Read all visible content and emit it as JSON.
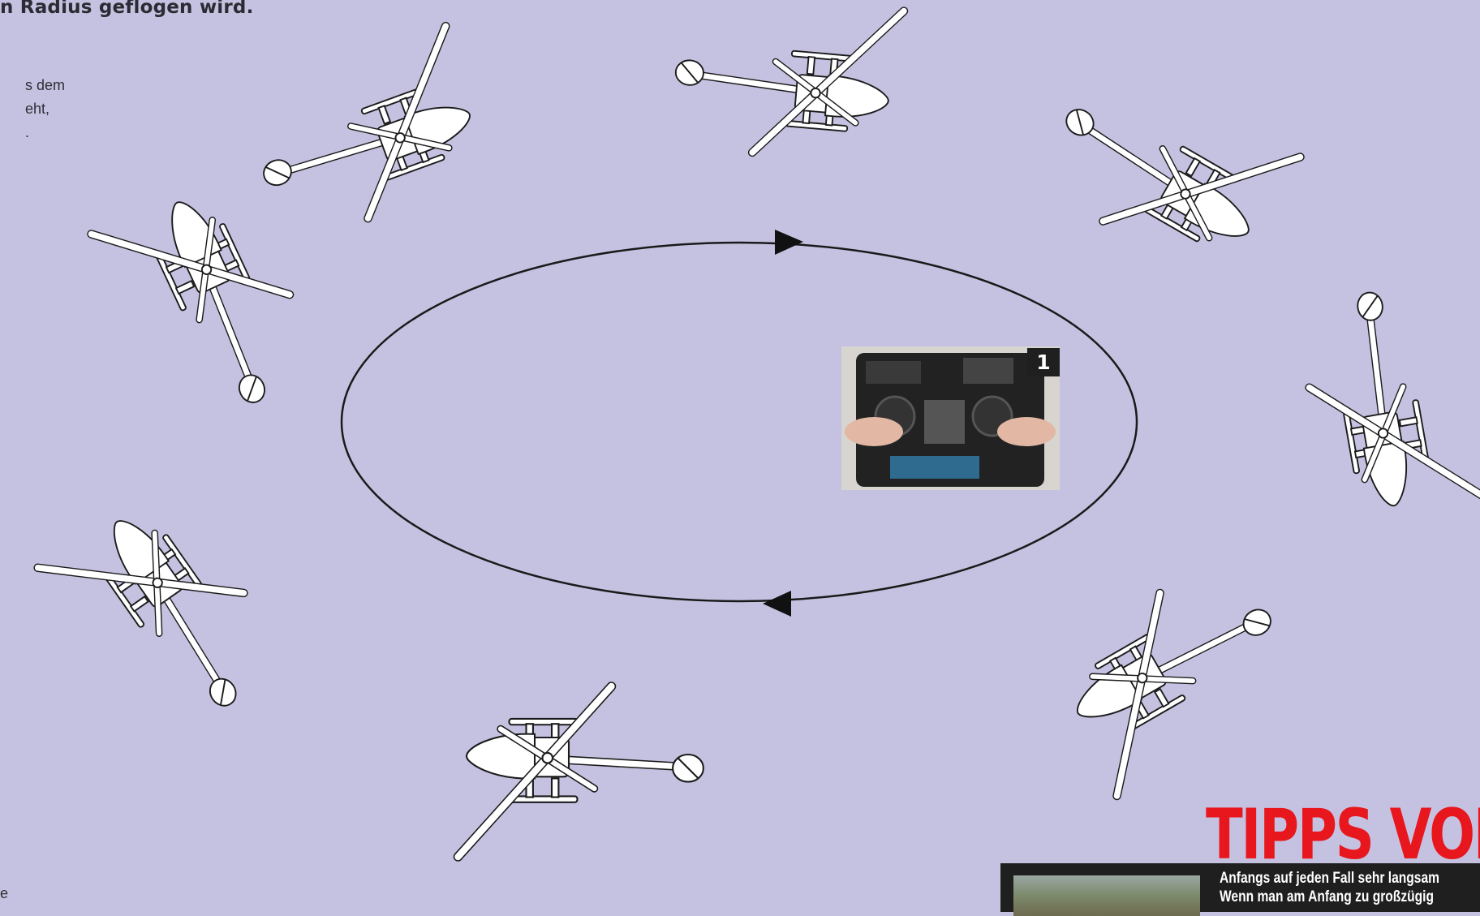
{
  "article": {
    "heading_fragment": "n Radius geflogen wird.",
    "body_fragments": [
      "s dem",
      "eht,",
      ".",
      "e"
    ]
  },
  "inset": {
    "badge": "1",
    "description": "Fernsteuerung mit Händen"
  },
  "diagram": {
    "flight_path": "elliptical-circuit",
    "direction": "clockwise",
    "helicopter_count": 8
  },
  "tips": {
    "title": "TIPPS VOI",
    "lines": [
      "Anfangs auf jeden Fall sehr langsam",
      "Wenn man am Anfang zu großzügig"
    ]
  },
  "colors": {
    "background": "#c5c2e1",
    "accent": "#e8161d",
    "box": "#1f1f1f"
  }
}
